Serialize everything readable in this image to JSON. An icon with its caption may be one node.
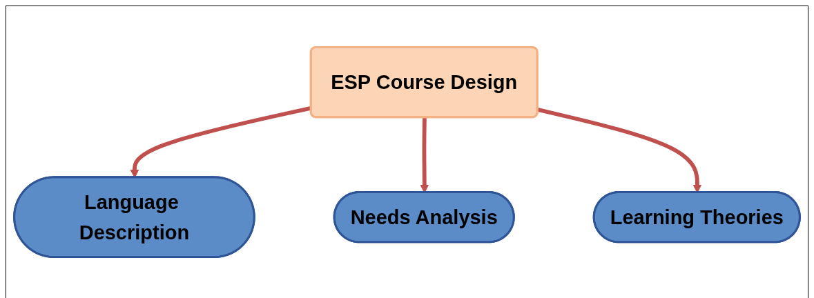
{
  "diagram": {
    "nodes": [
      {
        "text": [
          "ESP Course Design"
        ]
      },
      {
        "text": [
          "Language Description"
        ]
      },
      {
        "text": [
          "Needs Analysis"
        ]
      },
      {
        "text": [
          "Learning Theories"
        ]
      }
    ],
    "edges": [
      {
        "from": 0,
        "to": 1,
        "arrow": "to"
      },
      {
        "from": 0,
        "to": 2,
        "arrow": "to"
      },
      {
        "from": 0,
        "to": 3,
        "arrow": "to"
      }
    ]
  }
}
